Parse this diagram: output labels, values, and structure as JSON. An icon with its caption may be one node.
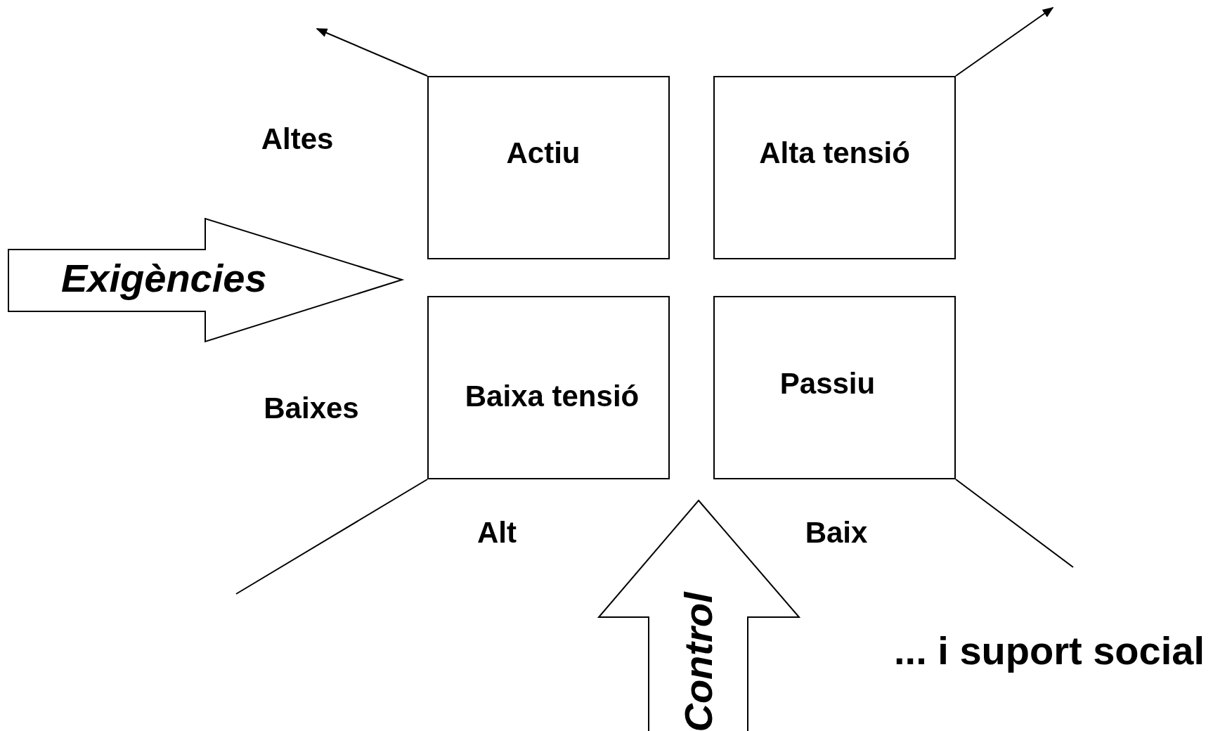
{
  "diagram": {
    "nodes": [
      {
        "text": [
          "Actiu"
        ]
      },
      {
        "text": [
          "Alta tensió"
        ]
      },
      {
        "text": [
          "Baixa tensió"
        ]
      },
      {
        "text": [
          "Passiu"
        ]
      },
      {
        "text": [
          "Exigències"
        ]
      },
      {
        "text": [
          "Control"
        ]
      }
    ],
    "edges": [
      {
        "from": 0,
        "to": null,
        "arrow": "to"
      },
      {
        "from": 1,
        "to": null,
        "arrow": "to"
      },
      {
        "from": 2,
        "to": null,
        "arrow": "none"
      },
      {
        "from": 3,
        "to": null,
        "arrow": "none"
      }
    ],
    "labels": [
      "Altes",
      "Baixes",
      "Alt",
      "Baix",
      "... i suport social"
    ]
  }
}
